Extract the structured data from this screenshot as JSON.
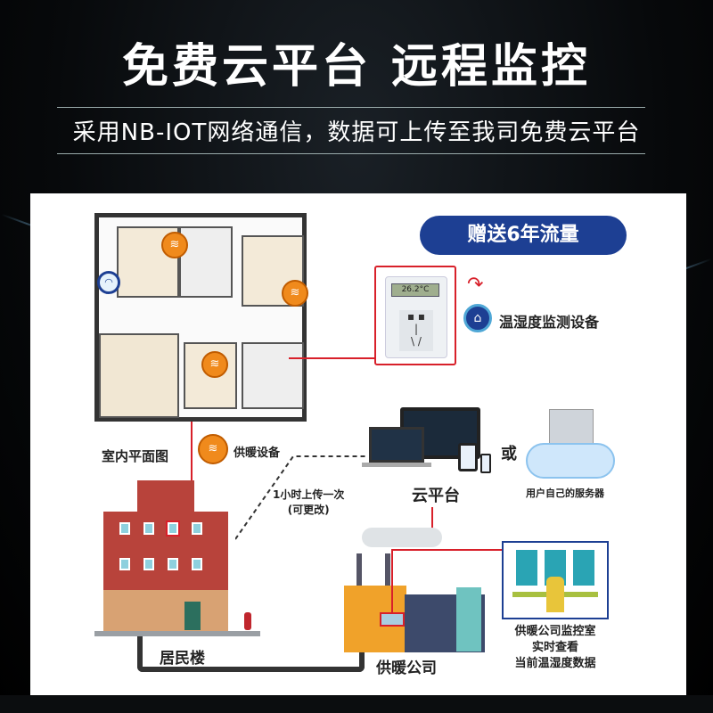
{
  "header": {
    "title": "免费云平台  远程监控",
    "subtitle": "采用NB-IOT网络通信，数据可上传至我司免费云平台"
  },
  "badge": "赠送6年流量",
  "sensor": {
    "display": "26.2°C",
    "label": "温湿度监测设备"
  },
  "floor_plan": {
    "label": "室内平面图"
  },
  "heating_equipment": {
    "label": "供暖设备"
  },
  "upload": {
    "line1": "1小时上传一次",
    "line2": "(可更改)"
  },
  "cloud": {
    "label": "云平台",
    "or": "或",
    "server_label": "用户自己的服务器"
  },
  "building": {
    "label": "居民楼"
  },
  "company": {
    "label": "供暖公司"
  },
  "monitor": {
    "line1": "供暖公司监控室",
    "line2": "实时查看",
    "line3": "当前温湿度数据"
  },
  "colors": {
    "accent": "#1d3f93",
    "line": "#d8202a",
    "heater": "#f08a1c"
  }
}
